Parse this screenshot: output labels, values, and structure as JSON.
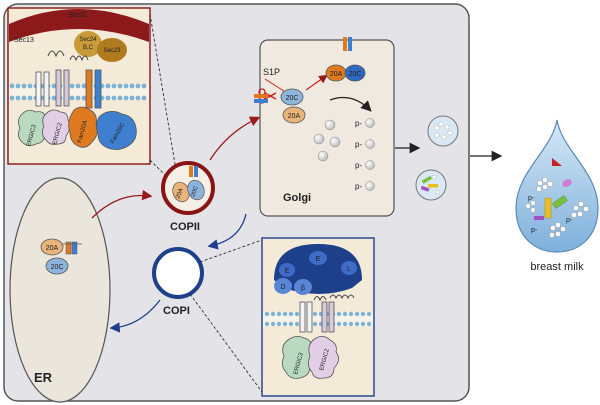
{
  "labels": {
    "sec31": "Sec31",
    "sec13": "Sec13",
    "sec24": "Sec24",
    "sec24_sub": "B,C",
    "sec23": "Sec23",
    "ergic3_top": "ERGIC3",
    "ergic2_top": "ERGIC2",
    "fam20a_top": "Fam20A",
    "fam20c_top": "Fam20C",
    "s1p": "S1P",
    "golgi_20a": "20A",
    "golgi_20c_dim": "20C",
    "golgi_20c": "20C",
    "golgi_20a_b": "20A",
    "golgi": "Golgi",
    "copii": "COPII",
    "copi": "COPI",
    "er": "ER",
    "er_20a": "20A",
    "er_20c": "20C",
    "ves_20a": "20A",
    "ves_20c": "20C",
    "breast_milk": "breast milk",
    "ergic3_bot": "ERGIC3",
    "ergic2_bot": "ERGIC2",
    "coat_e1": "E",
    "coat_e2": "E",
    "coat_b": "β",
    "coat_d": "D",
    "coat_l": "L",
    "p": "p-"
  },
  "colors": {
    "panel_bg": "#e4e4e8",
    "er_fill": "#ebe6dc",
    "golgi_fill": "#efe9df",
    "copii_ring": "#8a1414",
    "copi_ring": "#1e3f8a",
    "arrow_red": "#9a1a1a",
    "arrow_blue": "#1f3f8c",
    "sec31": "#8c1a1a",
    "sec24": "#c89a3a",
    "fam20a": "#e07a20",
    "fam20c": "#3f7fd0",
    "ergic3": "#b9d9c1",
    "ergic2": "#e2cfe6",
    "milk": "#a8c8e8"
  }
}
